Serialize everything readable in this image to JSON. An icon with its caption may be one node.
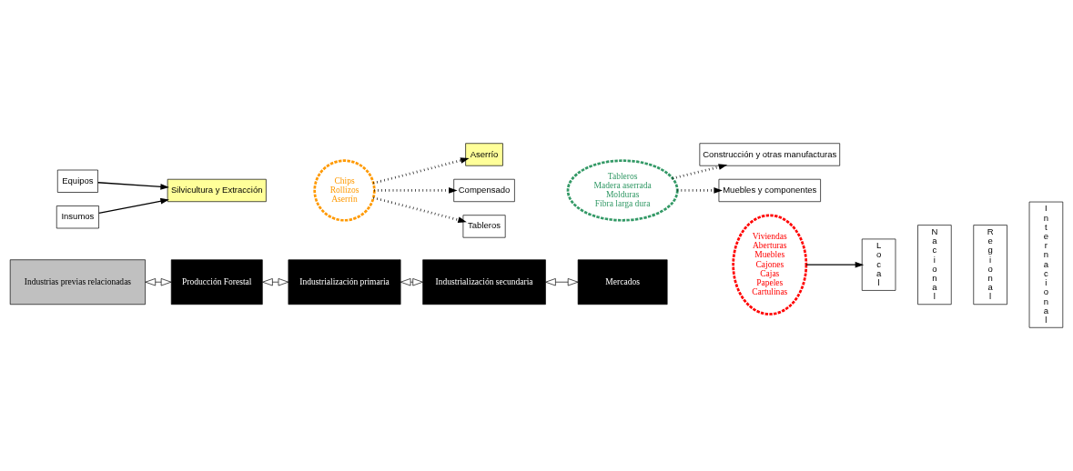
{
  "diagram": {
    "nodes": [
      {
        "text": [
          "Industrias previas relacionadas"
        ]
      },
      {
        "text": [
          "Producción Forestal"
        ]
      },
      {
        "text": [
          "Industrialización primaria"
        ]
      },
      {
        "text": [
          "Industrialización secundaria"
        ]
      },
      {
        "text": [
          "Mercados"
        ]
      },
      {
        "text": [
          "Equipos"
        ]
      },
      {
        "text": [
          "Insumos"
        ]
      },
      {
        "text": [
          "Silvicultura y Extracción"
        ]
      },
      {
        "text": [
          "Chips",
          "Rollizos",
          "Aserrín"
        ]
      },
      {
        "text": [
          "Aserrío"
        ]
      },
      {
        "text": [
          "Compensado"
        ]
      },
      {
        "text": [
          "Tableros"
        ]
      },
      {
        "text": [
          "Tableros",
          "Madera aserrada",
          "Molduras",
          "Fibra larga dura"
        ]
      },
      {
        "text": [
          "Construcción y otras manufacturas"
        ]
      },
      {
        "text": [
          "Muebles y componentes"
        ]
      },
      {
        "text": [
          "Viviendas",
          "Aberturas",
          "Muebles",
          "Cajones",
          "Cajas",
          "Papeles",
          "Cartulinas"
        ]
      },
      {
        "text": [
          "Local"
        ]
      },
      {
        "text": [
          "Nacional"
        ]
      },
      {
        "text": [
          "Regional"
        ]
      },
      {
        "text": [
          "Internacional"
        ]
      }
    ],
    "edges": [
      {
        "from": 0,
        "to": 1,
        "arrow": "both"
      },
      {
        "from": 1,
        "to": 2,
        "arrow": "both"
      },
      {
        "from": 2,
        "to": 3,
        "arrow": "both"
      },
      {
        "from": 3,
        "to": 4,
        "arrow": "both"
      },
      {
        "from": 5,
        "to": 7,
        "arrow": "to"
      },
      {
        "from": 6,
        "to": 7,
        "arrow": "to"
      },
      {
        "from": 8,
        "to": 9,
        "arrow": "to",
        "style": "dashed"
      },
      {
        "from": 8,
        "to": 10,
        "arrow": "to",
        "style": "dashed"
      },
      {
        "from": 8,
        "to": 11,
        "arrow": "to",
        "style": "dashed"
      },
      {
        "from": 12,
        "to": 13,
        "arrow": "to",
        "style": "dashed"
      },
      {
        "from": 12,
        "to": 14,
        "arrow": "to",
        "style": "dashed"
      },
      {
        "from": 15,
        "to": 16,
        "arrow": "to"
      }
    ]
  }
}
